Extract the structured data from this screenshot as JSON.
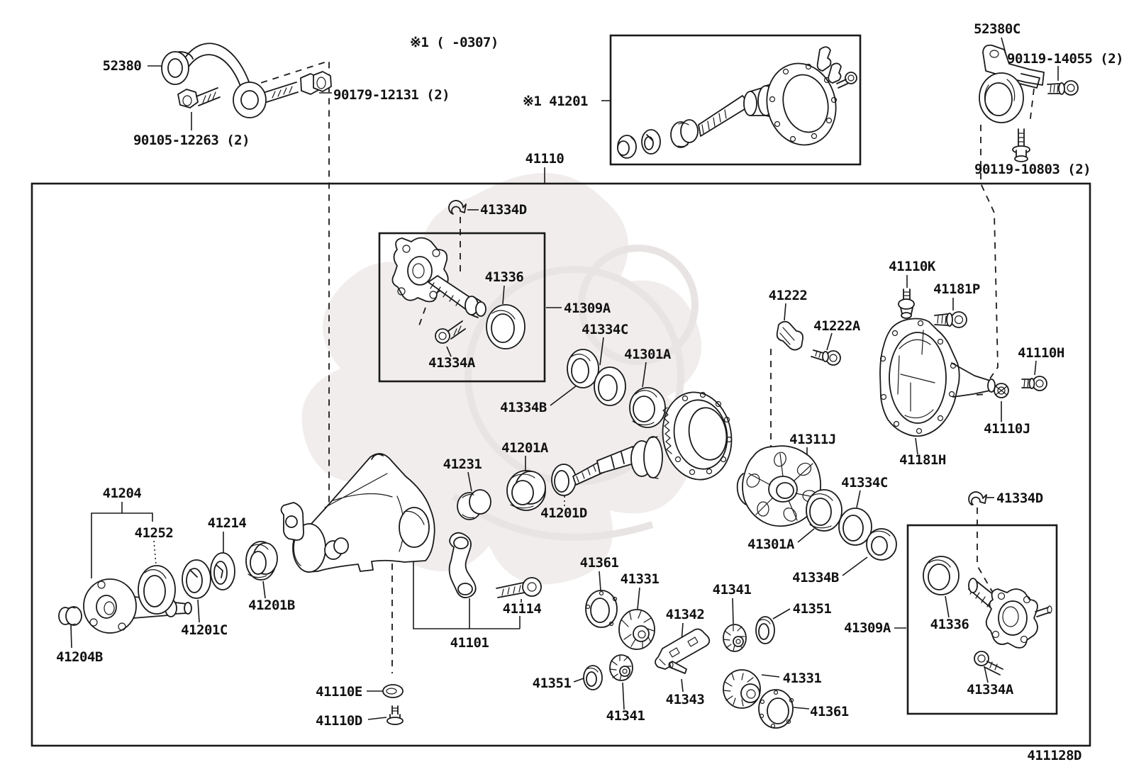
{
  "diagram": {
    "kind": "parts-exploded-diagram",
    "footer_code": "411128D",
    "applicability_note": "※1 (      -0307)"
  },
  "labels": {
    "l52380": "52380",
    "l90105": "90105-12263 (2)",
    "l90179": "90179-12131 (2)",
    "l41201": "※1 41201",
    "l41110": "41110",
    "l52380c": "52380C",
    "l90119_14055": "90119-14055 (2)",
    "l90119_10803": "90119-10803 (2)",
    "l41334d_top": "41334D",
    "l41336_top": "41336",
    "l41309a_top": "41309A",
    "l41334a_top": "41334A",
    "l41334c_l": "41334C",
    "l41301a_l": "41301A",
    "l41334b_l": "41334B",
    "l41222": "41222",
    "l41222a": "41222A",
    "l41110k": "41110K",
    "l41181p": "41181P",
    "l41110h": "41110H",
    "l41110j": "41110J",
    "l41311j": "41311J",
    "l41181h": "41181H",
    "l41334c_r": "41334C",
    "l41334d_r": "41334D",
    "l41201a": "41201A",
    "l41231": "41231",
    "l41201d": "41201D",
    "l41301a_r": "41301A",
    "l41334b_r": "41334B",
    "l41204": "41204",
    "l41252": "41252",
    "l41214": "41214",
    "l41201b": "41201B",
    "l41201c": "41201C",
    "l41204b": "41204B",
    "l41114": "41114",
    "l41101": "41101",
    "l41110e": "41110E",
    "l41110d": "41110D",
    "l41361_1": "41361",
    "l41331_1": "41331",
    "l41342": "41342",
    "l41341_1": "41341",
    "l41351_r": "41351",
    "l41351_l": "41351",
    "l41341_2": "41341",
    "l41343": "41343",
    "l41331_2": "41331",
    "l41361_2": "41361",
    "l41309a_b": "41309A",
    "l41336_b": "41336",
    "l41334a_b": "41334A"
  }
}
